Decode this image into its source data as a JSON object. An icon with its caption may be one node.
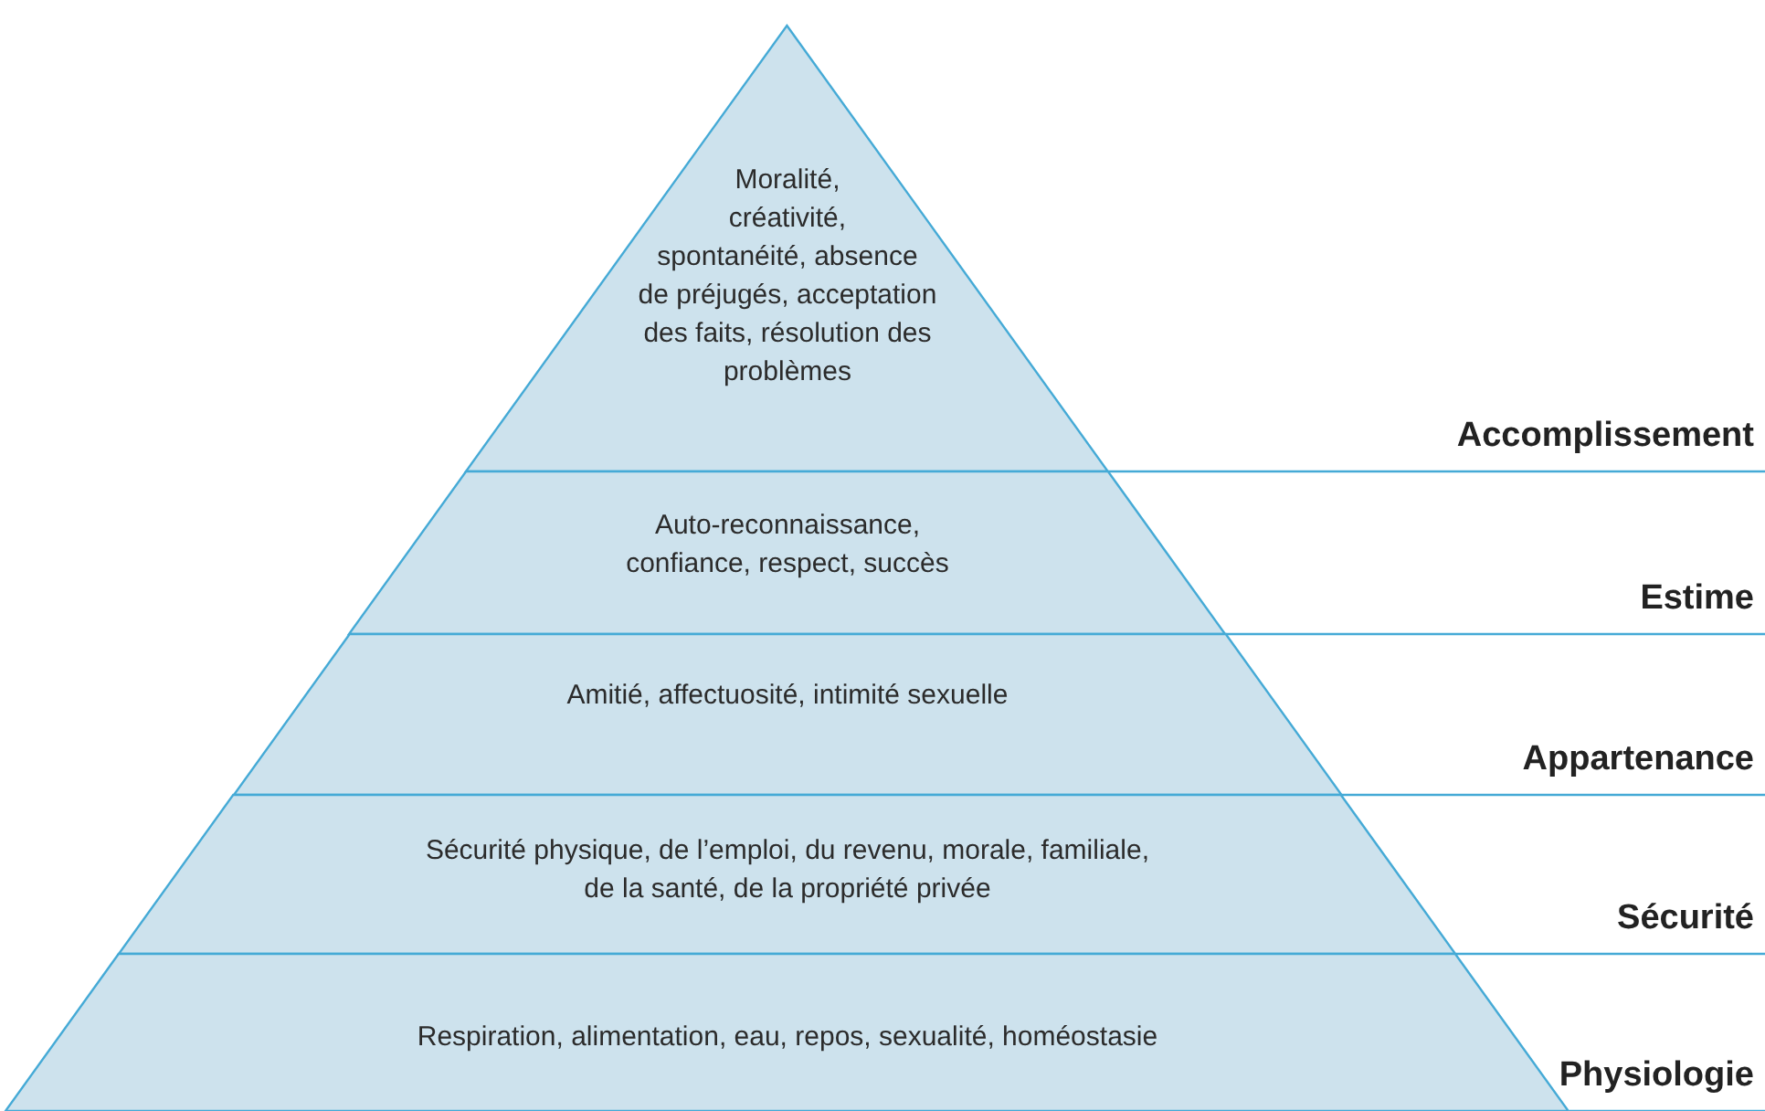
{
  "diagram": {
    "nodes": [
      {
        "text": [
          "Moralité, créativité, spontanéité, absence de préjugés, acceptation des faits, résolution des problèmes"
        ]
      },
      {
        "text": [
          "Auto-reconnaissance, confiance, respect, succès"
        ]
      },
      {
        "text": [
          "Amitié, affectuosité, intimité sexuelle"
        ]
      },
      {
        "text": [
          "Sécurité physique, de l’emploi, du revenu, morale, familiale, de la santé, de la propriété privée"
        ]
      },
      {
        "text": [
          "Respiration, alimentation, eau, repos, sexualité, homéostasie"
        ]
      }
    ],
    "labels": [
      "Accomplissement",
      "Estime",
      "Appartenance",
      "Sécurité",
      "Physiologie"
    ]
  }
}
